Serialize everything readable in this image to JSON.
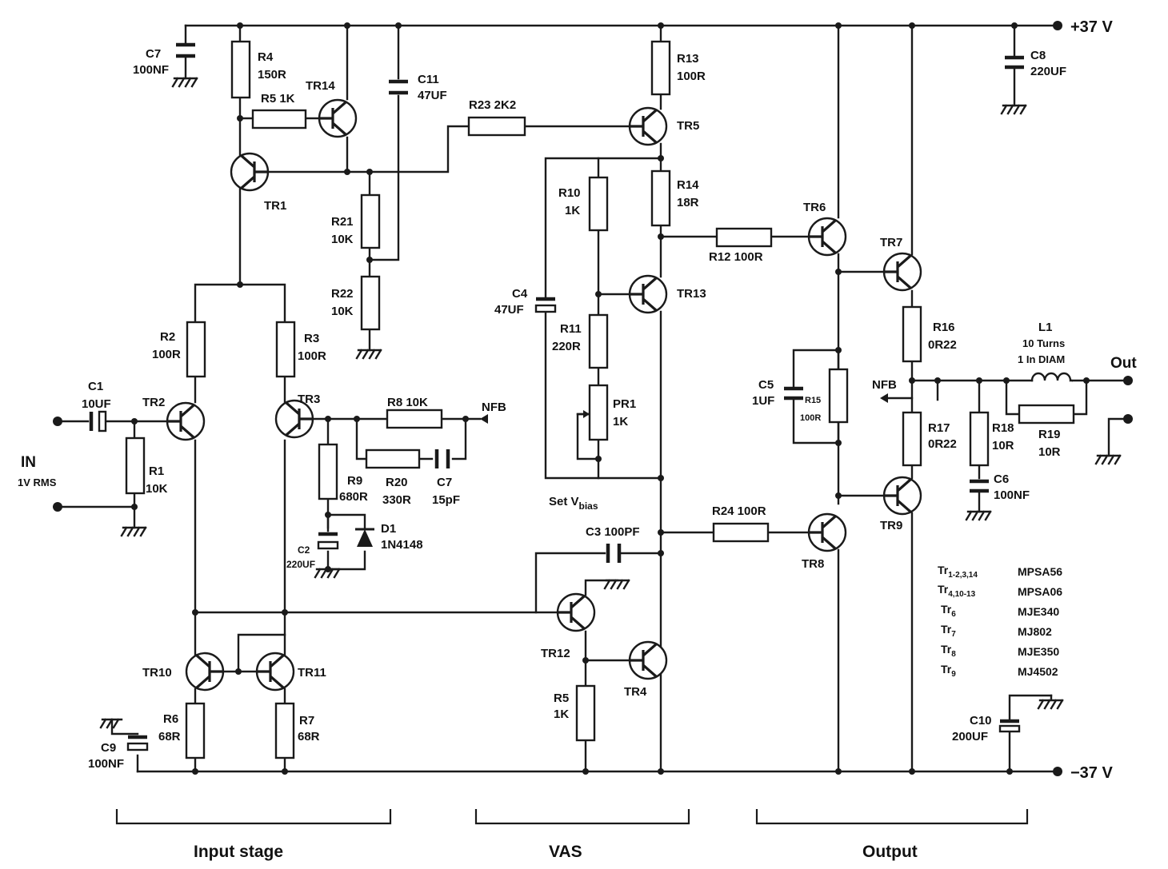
{
  "rails": {
    "positive": "+37 V",
    "negative": "−37 V"
  },
  "sections": [
    {
      "id": "input",
      "label": "Input stage"
    },
    {
      "id": "vas",
      "label": "VAS"
    },
    {
      "id": "output",
      "label": "Output"
    }
  ],
  "io": {
    "in_label": "IN",
    "in_level": "1V RMS",
    "out_label": "Out",
    "nfb_top": "NFB",
    "nfb_mid": "NFB"
  },
  "resistors": {
    "R1": {
      "name": "R1",
      "value": "10K"
    },
    "R2": {
      "name": "R2",
      "value": "100R"
    },
    "R3": {
      "name": "R3",
      "value": "100R"
    },
    "R4": {
      "name": "R4",
      "value": "150R"
    },
    "R5a": {
      "name": "R5 1K",
      "value": ""
    },
    "R5b": {
      "name": "R5",
      "value": "1K"
    },
    "R6": {
      "name": "R6",
      "value": "68R"
    },
    "R7": {
      "name": "R7",
      "value": "68R"
    },
    "R8": {
      "name": "R8  10K",
      "value": ""
    },
    "R9": {
      "name": "R9",
      "value": "680R"
    },
    "R10": {
      "name": "R10",
      "value": "1K"
    },
    "R11": {
      "name": "R11",
      "value": "220R"
    },
    "R12": {
      "name": "R12  100R",
      "value": ""
    },
    "R13": {
      "name": "R13",
      "value": "100R"
    },
    "R14": {
      "name": "R14",
      "value": "18R"
    },
    "R15": {
      "name": "R15",
      "value": "100R"
    },
    "R16": {
      "name": "R16",
      "value": "0R22"
    },
    "R17": {
      "name": "R17",
      "value": "0R22"
    },
    "R18": {
      "name": "R18",
      "value": "10R"
    },
    "R19": {
      "name": "R19",
      "value": "10R"
    },
    "R20": {
      "name": "R20",
      "value": "330R"
    },
    "R21": {
      "name": "R21",
      "value": "10K"
    },
    "R22": {
      "name": "R22",
      "value": "10K"
    },
    "R23": {
      "name": "R23 2K2",
      "value": ""
    },
    "R24": {
      "name": "R24 100R",
      "value": ""
    },
    "PR1": {
      "name": "PR1",
      "value": "1K"
    }
  },
  "capacitors": {
    "C1": {
      "name": "C1",
      "value": "10UF"
    },
    "C2": {
      "name": "C2",
      "value": "220UF"
    },
    "C3": {
      "name": "C3 100PF",
      "value": ""
    },
    "C4": {
      "name": "C4",
      "value": "47UF"
    },
    "C5": {
      "name": "C5",
      "value": "1UF"
    },
    "C6": {
      "name": "C6",
      "value": "100NF"
    },
    "C7a": {
      "name": "C7",
      "value": "100NF"
    },
    "C7b": {
      "name": "C7",
      "value": "15pF"
    },
    "C8": {
      "name": "C8",
      "value": "220UF"
    },
    "C9": {
      "name": "C9",
      "value": "100NF"
    },
    "C10": {
      "name": "C10",
      "value": "200UF"
    },
    "C11": {
      "name": "C11",
      "value": "47UF"
    }
  },
  "diode": {
    "name": "D1",
    "value": "1N4148"
  },
  "inductor": {
    "name": "L1",
    "line1": "10 Turns",
    "line2": "1 In DIAM"
  },
  "transistors": {
    "TR1": "TR1",
    "TR2": "TR2",
    "TR3": "TR3",
    "TR4": "TR4",
    "TR5": "TR5",
    "TR6": "TR6",
    "TR7": "TR7",
    "TR8": "TR8",
    "TR9": "TR9",
    "TR10": "TR10",
    "TR11": "TR11",
    "TR12": "TR12",
    "TR13": "TR13",
    "TR14": "TR14"
  },
  "bias": {
    "prefix": "Set V",
    "sub": "bias"
  },
  "parts_table": [
    {
      "base": "Tr",
      "sub": "1-2,3,14",
      "part": "MPSA56"
    },
    {
      "base": "Tr",
      "sub": "4,10-13",
      "part": "MPSA06"
    },
    {
      "base": "Tr",
      "sub": "6",
      "part": "MJE340"
    },
    {
      "base": "Tr",
      "sub": "7",
      "part": "MJ802"
    },
    {
      "base": "Tr",
      "sub": "8",
      "part": "MJE350"
    },
    {
      "base": "Tr",
      "sub": "9",
      "part": "MJ4502"
    }
  ]
}
